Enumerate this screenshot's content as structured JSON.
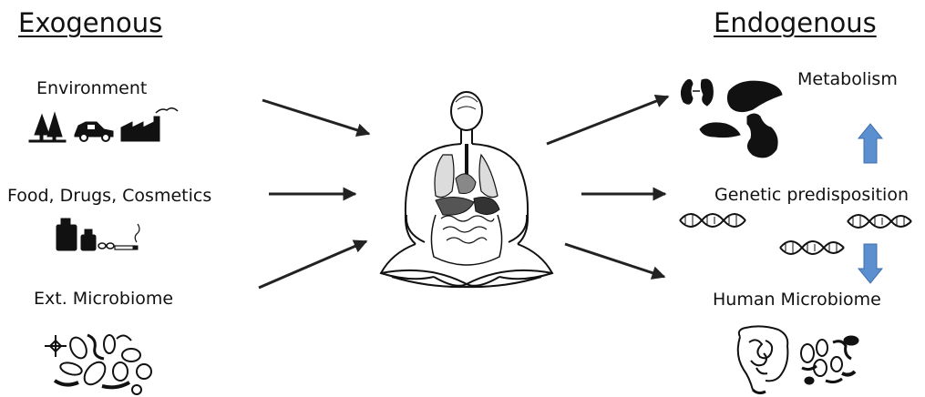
{
  "headings": {
    "left": "Exogenous",
    "right": "Endogenous"
  },
  "exogenous": {
    "environment": "Environment",
    "food_drugs": "Food, Drugs, Cosmetics",
    "ext_microbiome": "Ext. Microbiome"
  },
  "endogenous": {
    "metabolism": "Metabolism",
    "genetic": "Genetic predisposition",
    "human_microbiome": "Human Microbiome"
  },
  "colors": {
    "arrow": "#222222",
    "blue_arrow": "#5b8fd0",
    "blue_arrow_stroke": "#3f6fae",
    "ink": "#111111"
  },
  "icons": {
    "environment": [
      "tree-icon",
      "car-icon",
      "factory-icon"
    ],
    "food_drugs": [
      "bottle-icon",
      "pills-icon",
      "cigarette-icon"
    ],
    "ext_microbiome": [
      "microbes-icon"
    ],
    "metabolism": [
      "kidney-icon",
      "liver-icon",
      "pancreas-icon",
      "stomach-icon"
    ],
    "genetic": [
      "dna-icon"
    ],
    "human_microbiome": [
      "intestine-icon",
      "gut-bacteria-icon"
    ],
    "center": [
      "meditating-human-anatomy-icon"
    ]
  }
}
